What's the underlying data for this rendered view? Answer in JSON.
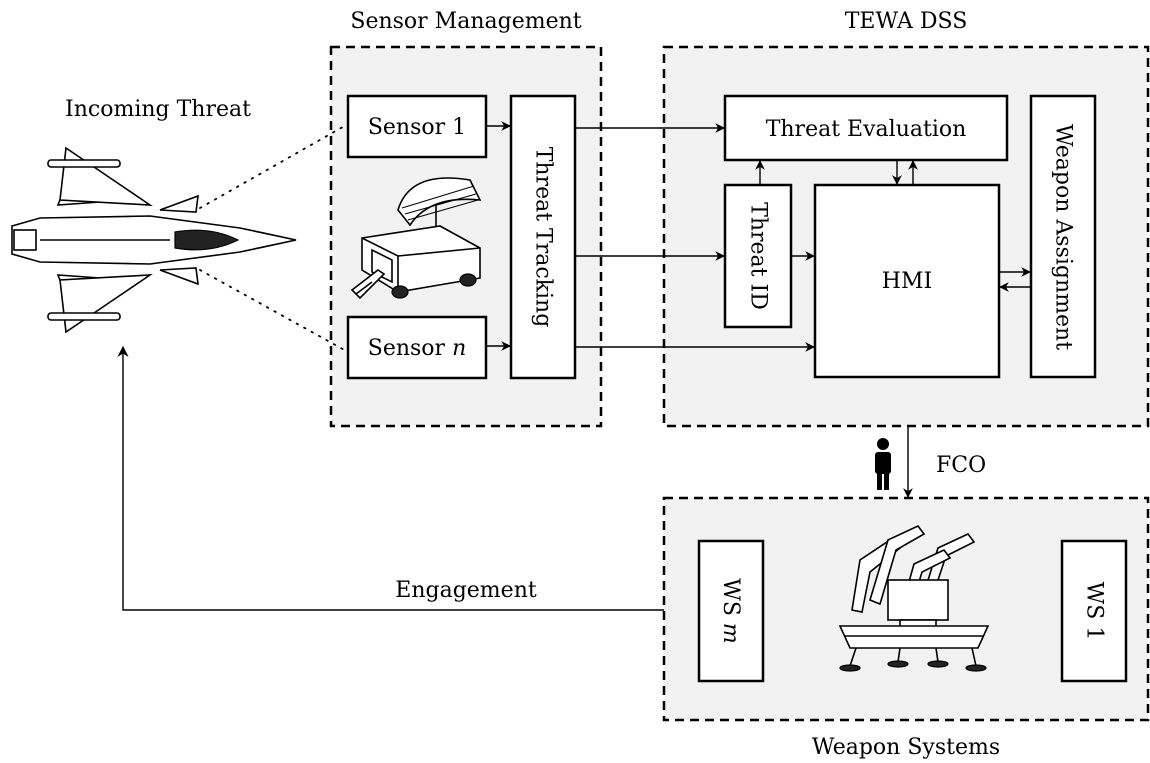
{
  "groups": {
    "sensor_management": "Sensor Management",
    "tewa_dss": "TEWA DSS",
    "weapon_systems": "Weapon Systems"
  },
  "labels": {
    "incoming_threat": "Incoming Threat",
    "engagement": "Engagement",
    "fco": "FCO"
  },
  "boxes": {
    "sensor_1": "Sensor 1",
    "sensor_n_prefix": "Sensor ",
    "sensor_n_var": "n",
    "threat_tracking": "Threat Tracking",
    "threat_evaluation": "Threat Evaluation",
    "threat_id": "Threat ID",
    "hmi": "HMI",
    "weapon_assignment": "Weapon Assignment",
    "ws_m_prefix": "WS ",
    "ws_m_var": "m",
    "ws_1": "WS 1"
  },
  "icons": [
    "fighter-jet-icon",
    "radar-vehicle-icon",
    "missile-launcher-icon",
    "operator-person-icon"
  ]
}
